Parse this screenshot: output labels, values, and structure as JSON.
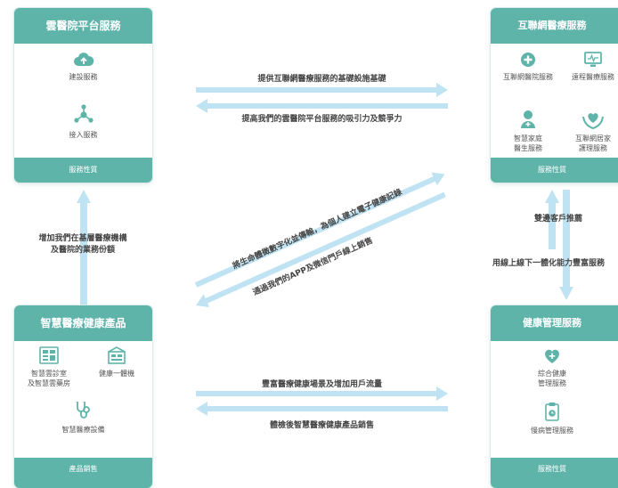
{
  "colors": {
    "accent": "#5fb4aa",
    "arrow": "#bfe3f2"
  },
  "cloud_card": {
    "title": "雲醫院平台服務",
    "items": [
      {
        "label": "建設服務",
        "icon": "cloud-upload-icon"
      },
      {
        "label": "接入服務",
        "icon": "network-nodes-icon"
      }
    ],
    "footer": "服務性質"
  },
  "internet_card": {
    "title": "互聯網醫療服務",
    "items": [
      {
        "label": "互聯網醫院服務",
        "icon": "medical-cross-icon"
      },
      {
        "label": "遠程醫療服務",
        "icon": "remote-monitor-icon"
      },
      {
        "label_line1": "智慧家庭",
        "label_line2": "醫生服務",
        "icon": "doctor-icon"
      },
      {
        "label_line1": "互聯網居家",
        "label_line2": "護理服務",
        "icon": "heart-hands-icon"
      }
    ],
    "footer": "服務性質"
  },
  "product_card": {
    "title": "智慧醫療健康產品",
    "items": [
      {
        "label_line1": "智慧雲診室",
        "label_line2": "及智慧雲藥房",
        "icon": "clinic-building-icon"
      },
      {
        "label": "健康一體機",
        "icon": "kiosk-icon"
      },
      {
        "label": "智慧醫療設備",
        "icon": "stethoscope-icon"
      }
    ],
    "footer": "產品銷售"
  },
  "health_card": {
    "title": "健康管理服務",
    "items": [
      {
        "label_line1": "綜合健康",
        "label_line2": "管理服務",
        "icon": "heart-plus-icon"
      },
      {
        "label": "慢病管理服務",
        "icon": "clipboard-icon"
      }
    ],
    "footer": "服務性質"
  },
  "flows": {
    "top_right": "提供互聯網醫療服務的基礎設施基礎",
    "top_left": "提高我們的雲醫院平台服務的吸引力及競爭力",
    "diag_up": "將生命體徵數字化並傳輸，為個人建立電子健康記錄",
    "diag_down": "通過我們的APP及微信門戶線上銷售",
    "bottom_right": "豐富醫療健康場景及增加用戶流量",
    "bottom_left": "體檢後智慧醫療健康產品銷售",
    "left_up_line1": "增加我們在基層醫療機構",
    "left_up_line2": "及醫院的業務份額",
    "right_v_top": "雙邊客戶推薦",
    "right_v_bottom": "用線上線下一體化能力豐富服務"
  }
}
